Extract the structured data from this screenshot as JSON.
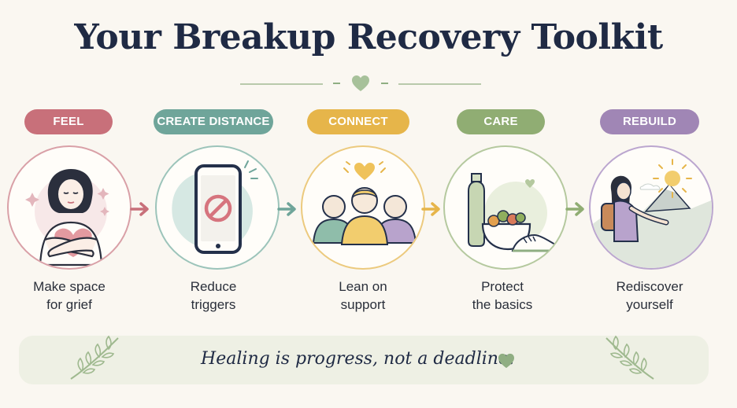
{
  "title": "Your Breakup Recovery Toolkit",
  "steps": [
    {
      "tag": "FEEL",
      "label_line1": "Make space",
      "label_line2": "for grief",
      "color": "#c8707a",
      "icon": "hugging-person-icon"
    },
    {
      "tag": "CREATE DISTANCE",
      "label_line1": "Reduce",
      "label_line2": "triggers",
      "color": "#6fa59a",
      "icon": "phone-block-icon"
    },
    {
      "tag": "CONNECT",
      "label_line1": "Lean on",
      "label_line2": "support",
      "color": "#e6b54a",
      "icon": "friends-group-icon"
    },
    {
      "tag": "CARE",
      "label_line1": "Protect",
      "label_line2": "the basics",
      "color": "#90ad73",
      "icon": "self-care-icon"
    },
    {
      "tag": "REBUILD",
      "label_line1": "Rediscover",
      "label_line2": "yourself",
      "color": "#a086b5",
      "icon": "hiker-icon"
    }
  ],
  "footer": {
    "text": "Healing is progress, not a deadline."
  },
  "colors": {
    "title": "#1f2a44",
    "background": "#faf7f1",
    "accent_green": "#8fae82"
  }
}
